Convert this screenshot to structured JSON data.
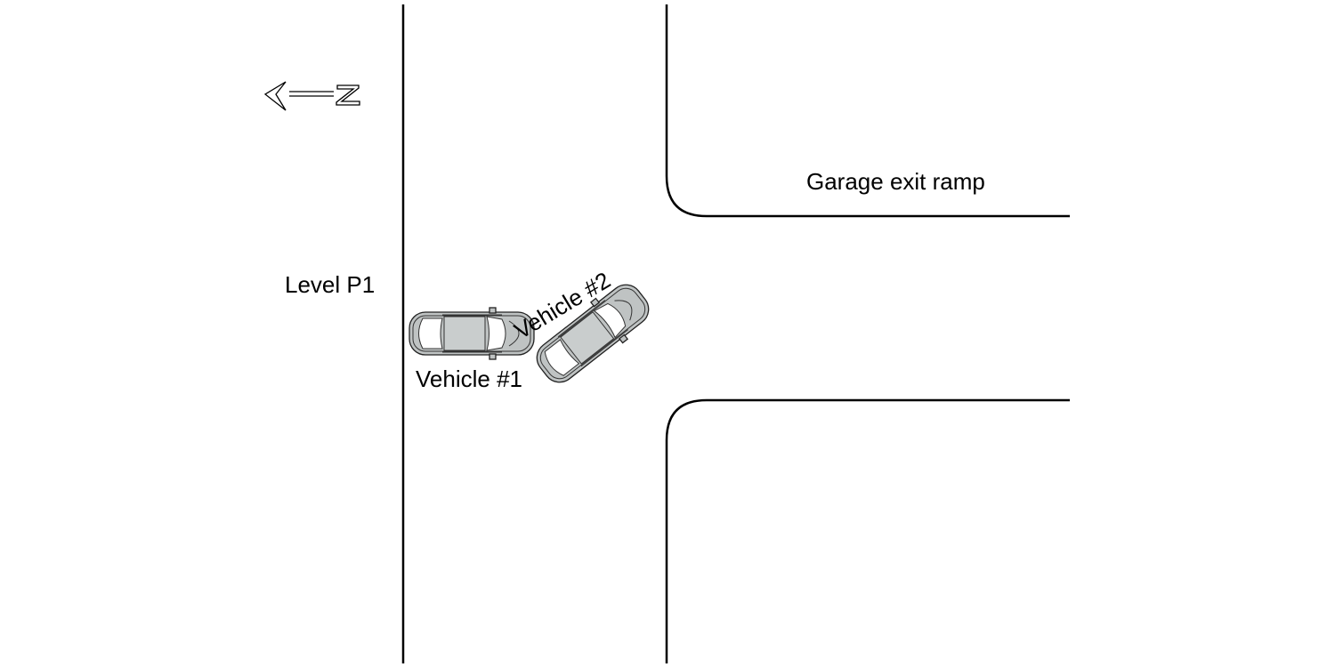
{
  "labels": {
    "left_area": "Level P1",
    "ramp": "Garage exit ramp",
    "vehicle1": "Vehicle #1",
    "vehicle2": "Vehicle #2"
  },
  "north_arrow": {
    "icon": "north-arrow-icon",
    "letter": "N",
    "direction": "left"
  },
  "colors": {
    "line": "#000000",
    "car_body": "#bfc3c3",
    "car_roof": "#c9cdcd",
    "background": "#ffffff"
  }
}
